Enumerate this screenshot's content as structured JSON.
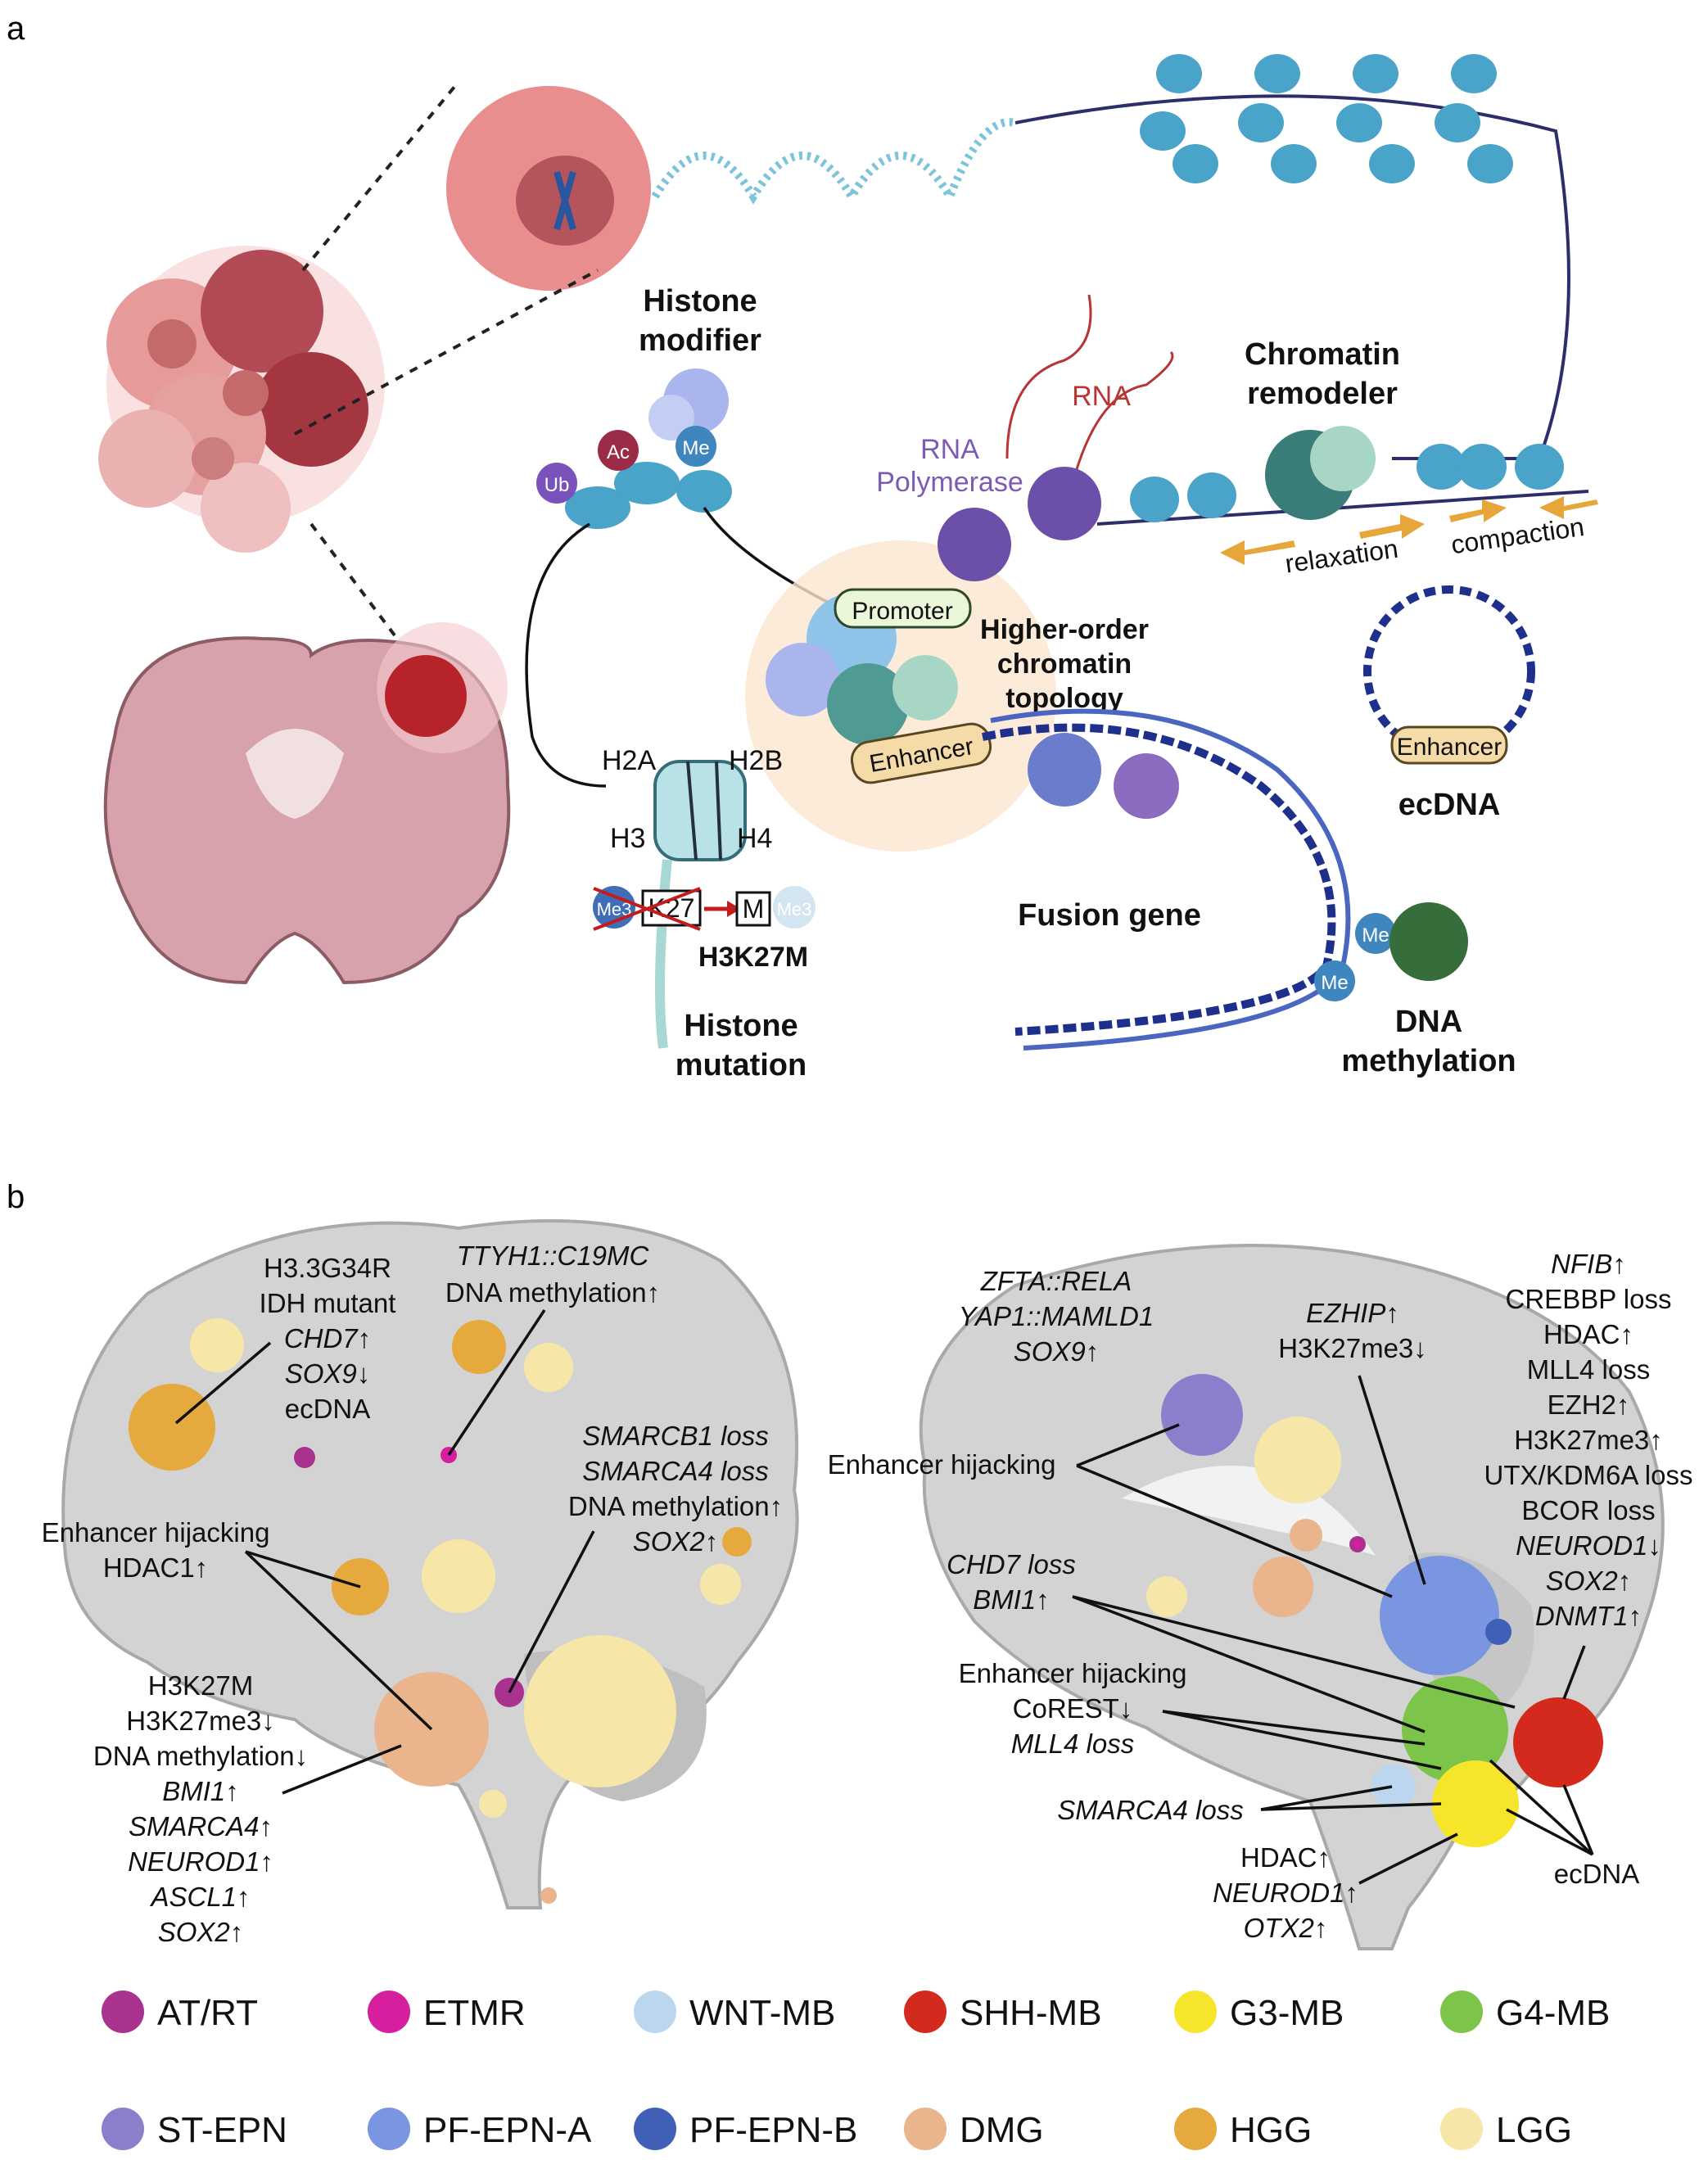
{
  "panel_a": {
    "label": "a",
    "histone_modifier": [
      "Histone",
      "modifier"
    ],
    "mark_ub": "Ub",
    "mark_ac": "Ac",
    "mark_me": "Me",
    "rna": "RNA",
    "rna_polymerase": [
      "RNA",
      "Polymerase"
    ],
    "chromatin_remodeler": [
      "Chromatin",
      "remodeler"
    ],
    "relaxation": "relaxation",
    "compaction": "compaction",
    "promoter": "Promoter",
    "enhancer": "Enhancer",
    "higher_order": [
      "Higher-order",
      "chromatin",
      "topology"
    ],
    "h2a": "H2A",
    "h2b": "H2B",
    "h3": "H3",
    "h4": "H4",
    "me3": "Me3",
    "k27": "K27",
    "m": "M",
    "h3k27m": "H3K27M",
    "histone_mutation": [
      "Histone",
      "mutation"
    ],
    "fusion_gene": "Fusion gene",
    "ecdna_enhancer": "Enhancer",
    "ecdna": "ecDNA",
    "me_dna_1": "Me",
    "me_dna_2": "Me",
    "dna_methylation": [
      "DNA",
      "methylation"
    ]
  },
  "panel_b": {
    "label": "b",
    "left": {
      "hgg_top": [
        "H3.3G34R",
        "IDH mutant",
        "CHD7↑",
        "SOX9↓",
        "ecDNA"
      ],
      "etmr_top": [
        "TTYH1::C19MC",
        "DNA methylation↑"
      ],
      "enhancer": [
        "Enhancer hijacking",
        "HDAC1↑"
      ],
      "atrt": [
        "SMARCB1 loss",
        "SMARCA4 loss",
        "DNA methylation↑",
        "SOX2↑"
      ],
      "dmg": [
        "H3K27M",
        "H3K27me3↓",
        "DNA methylation↓",
        "BMI1↑",
        "SMARCA4↑",
        "NEUROD1↑",
        "ASCL1↑",
        "SOX2↑"
      ]
    },
    "right": {
      "st_epn": [
        "ZFTA::RELA",
        "YAP1::MAMLD1",
        "SOX9↑"
      ],
      "pfa": [
        "EZHIP↑",
        "H3K27me3↓"
      ],
      "enhancer": "Enhancer hijacking",
      "shh_list": [
        "NFIB↑",
        "CREBBP loss",
        "HDAC↑",
        "MLL4 loss",
        "EZH2↑",
        "H3K27me3↑",
        "UTX/KDM6A loss",
        "BCOR loss",
        "NEUROD1↓",
        "SOX2↑",
        "DNMT1↑"
      ],
      "g4": [
        "CHD7 loss",
        "BMI1↑"
      ],
      "g4b": [
        "Enhancer hijacking",
        "CoREST↓",
        "MLL4 loss"
      ],
      "wnt": "SMARCA4 loss",
      "g3": [
        "HDAC↑",
        "NEUROD1↑",
        "OTX2↑"
      ],
      "ecdna": "ecDNA"
    }
  },
  "legend": [
    {
      "label": "AT/RT",
      "color": "#a8328e"
    },
    {
      "label": "ETMR",
      "color": "#d61f9e"
    },
    {
      "label": "WNT-MB",
      "color": "#bcd6f0"
    },
    {
      "label": "SHH-MB",
      "color": "#d42a1e"
    },
    {
      "label": "G3-MB",
      "color": "#f7e52b"
    },
    {
      "label": "G4-MB",
      "color": "#7dc44b"
    },
    {
      "label": "ST-EPN",
      "color": "#8b7fcc"
    },
    {
      "label": "PF-EPN-A",
      "color": "#7a96e0"
    },
    {
      "label": "PF-EPN-B",
      "color": "#4060b8"
    },
    {
      "label": "DMG",
      "color": "#eab48d"
    },
    {
      "label": "HGG",
      "color": "#e5a93e"
    },
    {
      "label": "LGG",
      "color": "#f6e6a8"
    }
  ]
}
